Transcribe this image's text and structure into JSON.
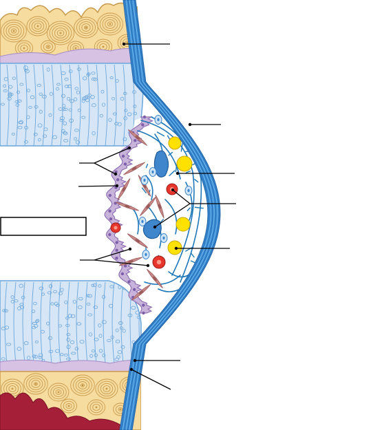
{
  "diagram": {
    "title": "",
    "answer_box_text": "",
    "label_texts": [
      "",
      "",
      "",
      "",
      "",
      "",
      "",
      "",
      "",
      "",
      ""
    ],
    "colors": {
      "capsule_blue": "#3e8fd6",
      "capsule_light": "#7cc0f0",
      "capsule_dark": "#1f62a8",
      "cartilage_fill": "#d6e6f6",
      "cartilage_line": "#6aa6dc",
      "bone_fill": "#f7dca0",
      "bone_ring": "#c89a4c",
      "marrow_red": "#a61f38",
      "synovium_purple": "#c8b4db",
      "synovium_edge": "#8e6fb3",
      "fibroblast_pink": "#c98a8a",
      "fat_yellow": "#ffe100",
      "rbc_red": "#e8352b",
      "nucleus_blue": "#3f86cc"
    },
    "components": [
      "joint-capsule",
      "articular-cartilage",
      "bone",
      "bone-marrow",
      "synovial-membrane",
      "joint-cavity",
      "fat-cells",
      "red-blood-cells",
      "fibroblasts",
      "macrophage-cells"
    ]
  }
}
